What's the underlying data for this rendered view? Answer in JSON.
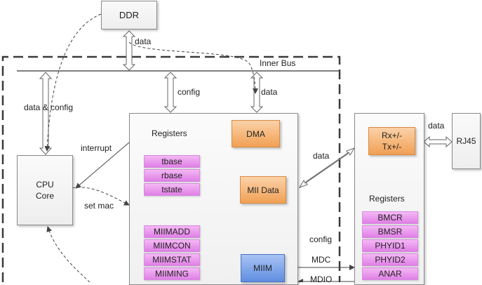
{
  "nodes": {
    "ddr": "DDR",
    "cpu_line1": "CPU",
    "cpu_line2": "Core",
    "rj45": "RJ45",
    "dma": "DMA",
    "mii_data": "MII Data",
    "miim": "MIIM",
    "phy_signals": [
      "Rx+/-",
      "Tx+/-"
    ]
  },
  "labels": {
    "inner_bus": "Inner Bus",
    "data_top": "data",
    "config": "config",
    "data_bus": "data",
    "data_and_config": "data & config",
    "interrupt": "interrupt",
    "set_mac": "set mac",
    "data_phy": "data",
    "data_rj45": "data",
    "config_phy": "config",
    "mdc": "MDC",
    "mdio": "MDIO"
  },
  "mac_registers": {
    "title": "Registers",
    "group1": [
      "tbase",
      "rbase",
      "tstate"
    ],
    "group2": [
      "MIIMADD",
      "MIIMCON",
      "MIIMSTAT",
      "MIIMING"
    ]
  },
  "phy_registers": {
    "title": "Registers",
    "items": [
      "BMCR",
      "BMSR",
      "PHYID1",
      "PHYID2",
      "ANAR"
    ]
  }
}
